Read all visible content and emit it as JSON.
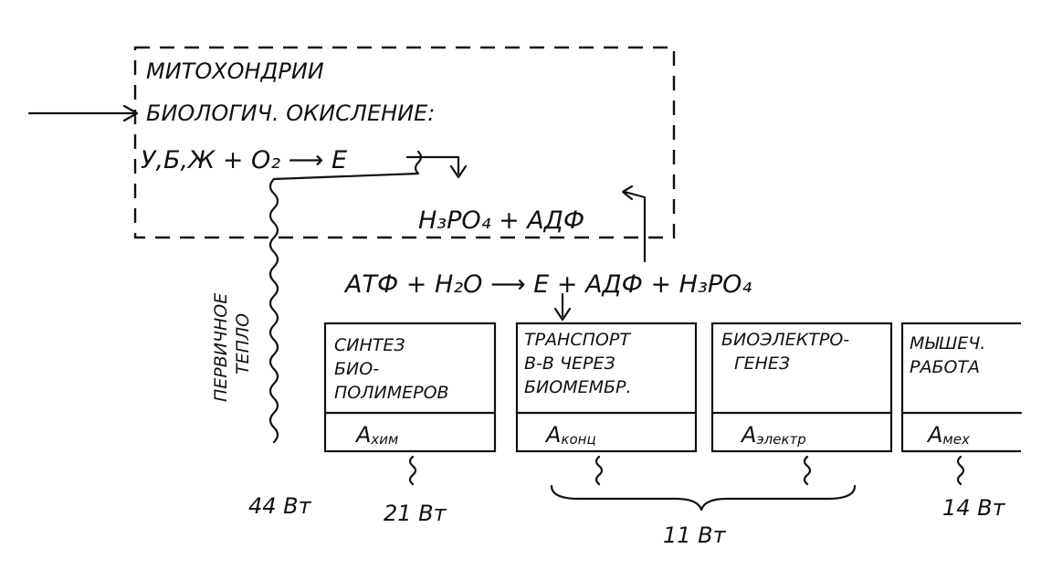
{
  "mitochondria": {
    "title": "МИТОХОНДРИИ",
    "process": "БИОЛОГИЧ. ОКИСЛЕНИЕ:",
    "equation": "У,Б,Ж + O₂ ⟶ Е",
    "regen": "H₃PO₄ + АДФ"
  },
  "hydrolysis": "АТФ + H₂O ⟶ Е + АДФ + H₃PO₄",
  "primary_heat": {
    "line1": "ПЕРВИЧНОЕ",
    "line2": "ТЕПЛО",
    "power": "44 Вт"
  },
  "boxes": [
    {
      "line1": "СИНТЕЗ",
      "line2": "БИО-",
      "line3": "ПОЛИМЕРОВ",
      "work_main": "A",
      "work_sub": "хим"
    },
    {
      "line1": "ТРАНСПОРТ",
      "line2": "В-В ЧЕРЕЗ",
      "line3": "БИОМЕМБР.",
      "work_main": "A",
      "work_sub": "конц"
    },
    {
      "line1": "БИОЭЛЕКТРО-",
      "line2": "ГЕНЕЗ",
      "line3": "",
      "work_main": "A",
      "work_sub": "электр"
    },
    {
      "line1": "МЫШЕЧ.",
      "line2": "РАБОТА",
      "line3": "",
      "work_main": "A",
      "work_sub": "мех"
    }
  ],
  "powers": {
    "chem": "21 Вт",
    "transport_electric": "11 Вт",
    "mech": "14 Вт"
  }
}
